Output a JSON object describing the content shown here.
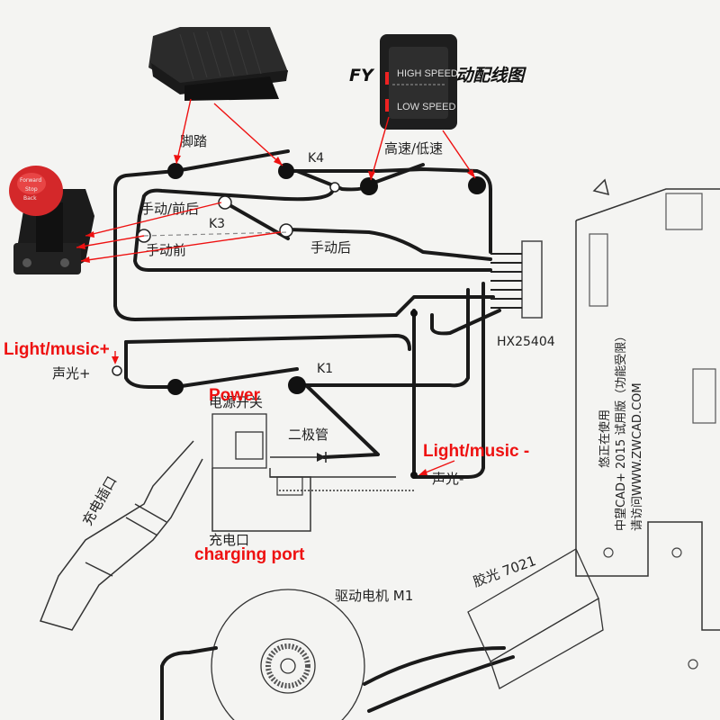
{
  "title": "FY 01C 软启动配线图",
  "labels": {
    "foot_pedal": "脚踏",
    "k4": "K4",
    "high_low_speed": "高速/低速",
    "manual_forward_back": "手动/前后",
    "k3": "K3",
    "manual_forward": "手动前",
    "manual_back": "手动后",
    "hx": "HX25404",
    "sound_light_plus": "声光+",
    "k1": "K1",
    "diode": "二极管",
    "sound_light_minus": "声光-",
    "charge_socket": "充电插口",
    "charge_port_cn": "充电口",
    "drive_motor": "驱动电机 M1",
    "tape": "胶光 7021",
    "power_cn": "电源开关"
  },
  "annotations": {
    "light_music_plus": "Light/music+",
    "power": "Power",
    "light_music_minus": "Light/music -",
    "charging_port": "charging port"
  },
  "speed_switch": {
    "high": "HIGH SPEED",
    "low": "LOW SPEED"
  },
  "knob": {
    "forward": "Forward",
    "stop": "Stop",
    "back": "Back"
  },
  "watermark": {
    "line1": "中望CAD+ 2015 试用版（功能受限）",
    "line2": "请访问WWW.ZWCAD.COM",
    "line3": "悠正在使用"
  }
}
